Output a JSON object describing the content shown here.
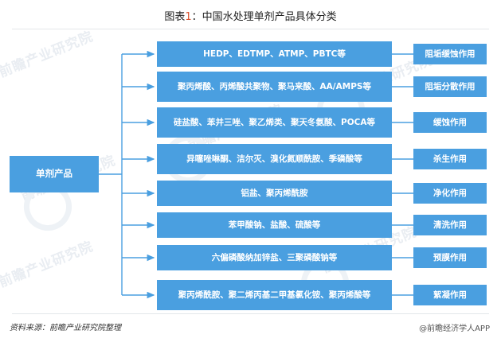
{
  "title": {
    "prefix": "图表",
    "number": "1",
    "separator": "：",
    "text": "中国水处理单剂产品具体分类"
  },
  "colors": {
    "node_fill": "#4a9fe0",
    "node_text": "#ffffff",
    "connector": "#4a9fe0",
    "rule": "#e3e7ea",
    "title_number": "#d94f2b",
    "watermark": "#e9edf2"
  },
  "root": {
    "label": "单剂产品"
  },
  "rows": [
    {
      "product": "HEDP、EDTMP、ATMP、PBTC等",
      "effect": "阻垢缓蚀作用"
    },
    {
      "product": "聚丙烯酸、丙烯酸共聚物、聚马来酸、AA/AMPS等",
      "effect": "阻垢分散作用"
    },
    {
      "product": "硅盐酸、苯并三唑、聚乙烯类、聚天冬氨酸、POCA等",
      "effect": "缓蚀作用"
    },
    {
      "product": "异噻唑啉酮、洁尔灭、溴化氮顺酰胺、季磷酸等",
      "effect": "杀生作用"
    },
    {
      "product": "铝盐、聚丙烯酰胺",
      "effect": "净化作用"
    },
    {
      "product": "苯甲酸钠、盐酸、硫酸等",
      "effect": "清洗作用"
    },
    {
      "product": "六偏磷酸纳加锌盐、三聚磷酸钠等",
      "effect": "预膜作用"
    },
    {
      "product": "聚丙烯酰胺、聚二烯丙基二甲基氯化铵、聚丙烯酸等",
      "effect": "絮凝作用"
    }
  ],
  "footer": {
    "source": "资料来源：前瞻产业研究院整理",
    "brand": "@前瞻经济学人APP"
  },
  "watermarks": [
    "前瞻产业研究院",
    "前瞻产业研究院",
    "前瞻产业研究院",
    "前瞻产业研究院",
    "前瞻产业研究院",
    "前瞻产业研究院"
  ]
}
